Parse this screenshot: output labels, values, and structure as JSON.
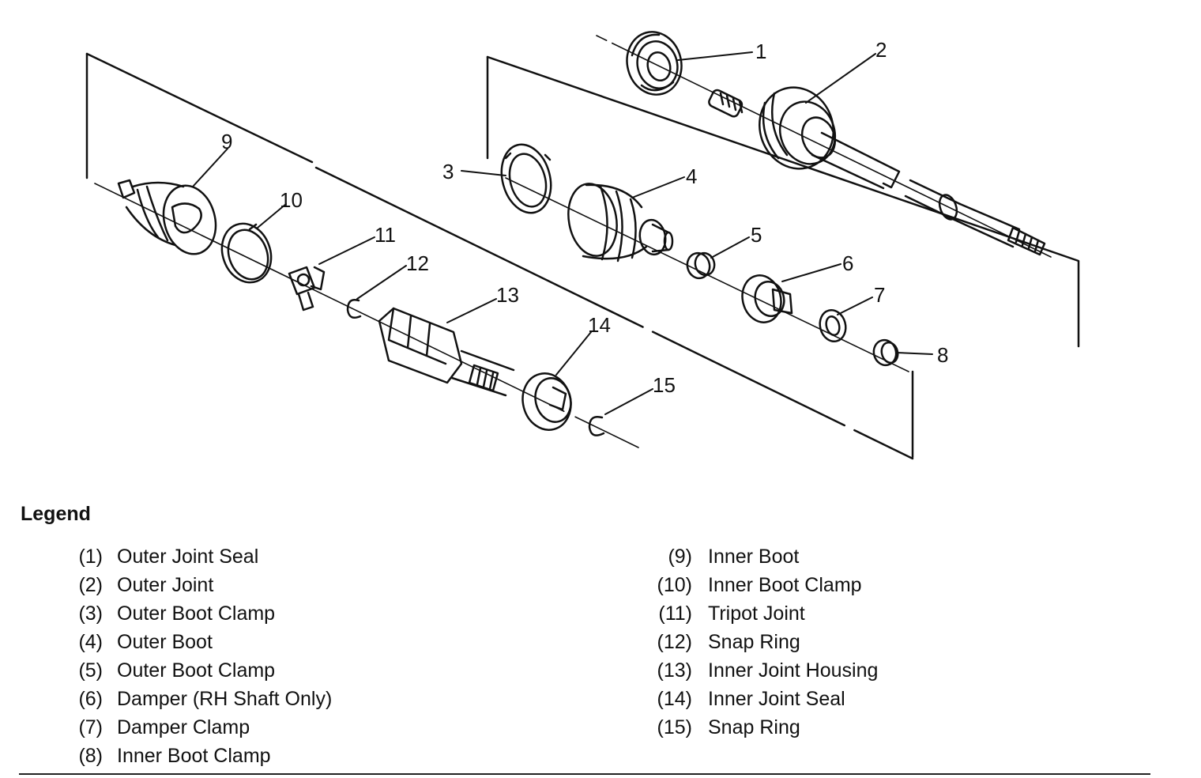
{
  "diagram": {
    "callouts": [
      "1",
      "2",
      "3",
      "4",
      "5",
      "6",
      "7",
      "8",
      "9",
      "10",
      "11",
      "12",
      "13",
      "14",
      "15"
    ]
  },
  "legend": {
    "title": "Legend",
    "left": [
      {
        "num": "(1)",
        "text": "Outer Joint Seal"
      },
      {
        "num": "(2)",
        "text": "Outer Joint"
      },
      {
        "num": "(3)",
        "text": "Outer Boot Clamp"
      },
      {
        "num": "(4)",
        "text": "Outer Boot"
      },
      {
        "num": "(5)",
        "text": "Outer Boot Clamp"
      },
      {
        "num": "(6)",
        "text": "Damper (RH Shaft Only)"
      },
      {
        "num": "(7)",
        "text": "Damper Clamp"
      },
      {
        "num": "(8)",
        "text": "Inner Boot Clamp"
      }
    ],
    "right": [
      {
        "num": "(9)",
        "text": "Inner Boot"
      },
      {
        "num": "(10)",
        "text": "Inner Boot Clamp"
      },
      {
        "num": "(11)",
        "text": "Tripot Joint"
      },
      {
        "num": "(12)",
        "text": "Snap Ring"
      },
      {
        "num": "(13)",
        "text": "Inner Joint Housing"
      },
      {
        "num": "(14)",
        "text": "Inner Joint Seal"
      },
      {
        "num": "(15)",
        "text": "Snap Ring"
      }
    ]
  }
}
